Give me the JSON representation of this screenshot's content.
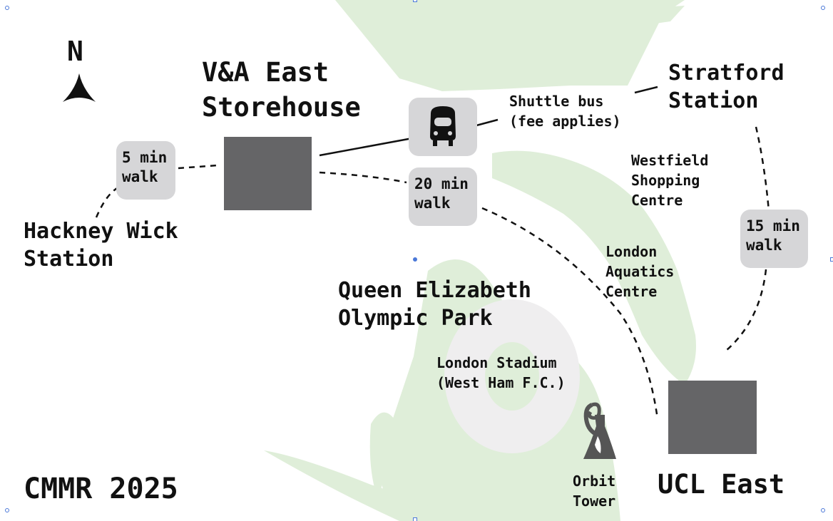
{
  "map": {
    "title": "CMMR 2025",
    "north_label": "N",
    "park": {
      "label": "Queen Elizabeth\nOlympic Park",
      "color": "#dfeed9"
    },
    "stadium": {
      "label": "London Stadium\n(West Ham F.C.)",
      "color": "#efeeef"
    },
    "places": {
      "va_east": "V&A East\nStorehouse",
      "stratford": "Stratford\nStation",
      "hackney_wick": "Hackney Wick\nStation",
      "ucl_east": "UCL East",
      "westfield": "Westfield\nShopping\nCentre",
      "aquatics": "London\nAquatics\nCentre",
      "orbit": "Orbit\nTower"
    },
    "routes": {
      "shuttle": "Shuttle bus\n(fee applies)",
      "walk_hackney": "5 min\nwalk",
      "walk_park": "20 min\nwalk",
      "walk_stratford": "15 min\nwalk"
    },
    "colors": {
      "building": "#656567",
      "pill": "#d6d6d8",
      "text": "#111111",
      "selection_handle": "#4a78d8"
    },
    "icons": [
      "north-arrow-icon",
      "bus-icon",
      "orbit-tower-icon"
    ]
  }
}
